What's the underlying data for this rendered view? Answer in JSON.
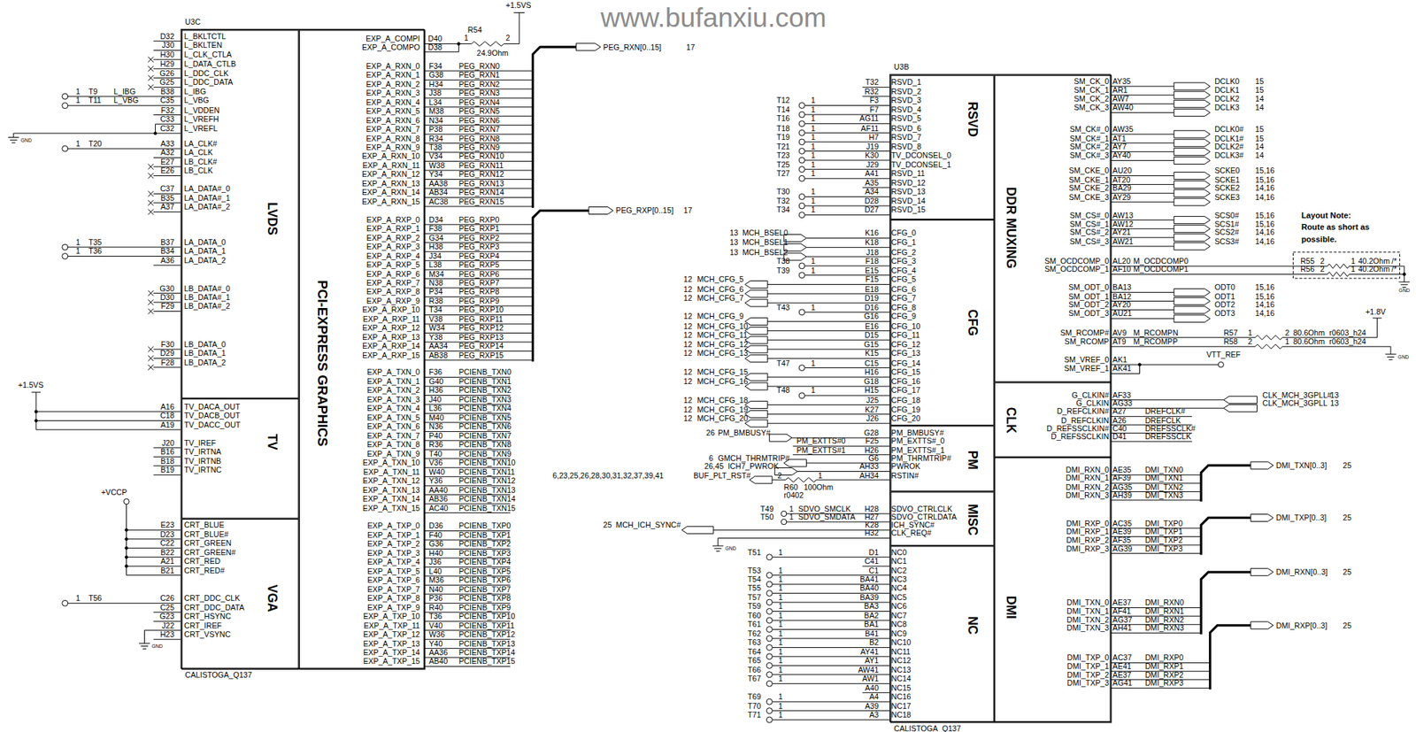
{
  "diagram": {
    "nodes": [
      {
        "text": [
          "U3C",
          "CALISTOGA_Q137"
        ]
      },
      {
        "text": [
          "LVDS"
        ],
        "in": 0
      },
      {
        "text": [
          "TV"
        ],
        "in": 0
      },
      {
        "text": [
          "VGA"
        ],
        "in": 0
      },
      {
        "text": [
          "PCI-EXPRESS GRAPHICS"
        ],
        "in": 0
      },
      {
        "text": [
          "U3B",
          "CALISTOGA_Q137"
        ]
      },
      {
        "text": [
          "RSVD"
        ],
        "in": 5
      },
      {
        "text": [
          "CFG"
        ],
        "in": 5
      },
      {
        "text": [
          "PM"
        ],
        "in": 5
      },
      {
        "text": [
          "MISC"
        ],
        "in": 5
      },
      {
        "text": [
          "NC"
        ],
        "in": 5
      },
      {
        "text": [
          "DDR MUXING"
        ],
        "in": 5
      },
      {
        "text": [
          "CLK"
        ],
        "in": 5
      },
      {
        "text": [
          "DMI"
        ],
        "in": 5
      }
    ],
    "labels": [
      "www.bufanxiu.com",
      "+1.5VS",
      "R54",
      "1",
      "2",
      "24.9Ohm",
      "EXP_A_COMPI",
      "EXP_A_COMPO",
      "D40",
      "D38",
      "EXP_A_RXN_0",
      "EXP_A_RXN_1",
      "EXP_A_RXN_2",
      "EXP_A_RXN_3",
      "EXP_A_RXN_4",
      "EXP_A_RXN_5",
      "EXP_A_RXN_6",
      "EXP_A_RXN_7",
      "EXP_A_RXN_8",
      "EXP_A_RXN_9",
      "EXP_A_RXN_10",
      "EXP_A_RXN_11",
      "EXP_A_RXN_12",
      "EXP_A_RXN_13",
      "EXP_A_RXN_14",
      "EXP_A_RXN_15",
      "F34",
      "G38",
      "H34",
      "J38",
      "L34",
      "M38",
      "N34",
      "P38",
      "R34",
      "T38",
      "V34",
      "W38",
      "Y34",
      "AA38",
      "AB34",
      "AC38",
      "PEG_RXN0",
      "PEG_RXN1",
      "PEG_RXN2",
      "PEG_RXN3",
      "PEG_RXN4",
      "PEG_RXN5",
      "PEG_RXN6",
      "PEG_RXN7",
      "PEG_RXN8",
      "PEG_RXN9",
      "PEG_RXN10",
      "PEG_RXN11",
      "PEG_RXN12",
      "PEG_RXN13",
      "PEG_RXN14",
      "PEG_RXN15",
      "PEG_RXN[0..15]",
      "17",
      "EXP_A_RXP_0",
      "EXP_A_RXP_1",
      "EXP_A_RXP_2",
      "EXP_A_RXP_3",
      "EXP_A_RXP_4",
      "EXP_A_RXP_5",
      "EXP_A_RXP_6",
      "EXP_A_RXP_7",
      "EXP_A_RXP_8",
      "EXP_A_RXP_9",
      "EXP_A_RXP_10",
      "EXP_A_RXP_11",
      "EXP_A_RXP_12",
      "EXP_A_RXP_13",
      "EXP_A_RXP_14",
      "EXP_A_RXP_15",
      "D34",
      "F38",
      "G34",
      "H38",
      "J34",
      "L38",
      "M34",
      "N38",
      "P34",
      "R38",
      "T34",
      "V38",
      "W34",
      "Y38",
      "AA34",
      "AB38",
      "PEG_RXP0",
      "PEG_RXP1",
      "PEG_RXP2",
      "PEG_RXP3",
      "PEG_RXP4",
      "PEG_RXP5",
      "PEG_RXP6",
      "PEG_RXP7",
      "PEG_RXP8",
      "PEG_RXP9",
      "PEG_RXP10",
      "PEG_RXP11",
      "PEG_RXP12",
      "PEG_RXP13",
      "PEG_RXP14",
      "PEG_RXP15",
      "PEG_RXP[0..15]",
      "17",
      "EXP_A_TXN_0",
      "EXP_A_TXN_1",
      "EXP_A_TXN_2",
      "EXP_A_TXN_3",
      "EXP_A_TXN_4",
      "EXP_A_TXN_5",
      "EXP_A_TXN_6",
      "EXP_A_TXN_7",
      "EXP_A_TXN_8",
      "EXP_A_TXN_9",
      "EXP_A_TXN_10",
      "EXP_A_TXN_11",
      "EXP_A_TXN_12",
      "EXP_A_TXN_13",
      "EXP_A_TXN_14",
      "EXP_A_TXN_15",
      "F36",
      "G40",
      "H36",
      "J40",
      "L36",
      "M40",
      "N36",
      "P40",
      "R36",
      "T40",
      "V36",
      "W40",
      "Y36",
      "AA40",
      "AB36",
      "AC40",
      "PCIENB_TXN0",
      "PCIENB_TXN1",
      "PCIENB_TXN2",
      "PCIENB_TXN3",
      "PCIENB_TXN4",
      "PCIENB_TXN5",
      "PCIENB_TXN6",
      "PCIENB_TXN7",
      "PCIENB_TXN8",
      "PCIENB_TXN9",
      "PCIENB_TXN10",
      "PCIENB_TXN11",
      "PCIENB_TXN12",
      "PCIENB_TXN13",
      "PCIENB_TXN14",
      "PCIENB_TXN15",
      "EXP_A_TXP_0",
      "EXP_A_TXP_1",
      "EXP_A_TXP_2",
      "EXP_A_TXP_3",
      "EXP_A_TXP_4",
      "EXP_A_TXP_5",
      "EXP_A_TXP_6",
      "EXP_A_TXP_7",
      "EXP_A_TXP_8",
      "EXP_A_TXP_9",
      "EXP_A_TXP_10",
      "EXP_A_TXP_11",
      "EXP_A_TXP_12",
      "EXP_A_TXP_13",
      "EXP_A_TXP_14",
      "EXP_A_TXP_15",
      "D36",
      "F40",
      "G36",
      "H40",
      "J36",
      "L40",
      "M36",
      "N40",
      "P36",
      "R40",
      "T36",
      "V40",
      "W36",
      "Y40",
      "AA36",
      "AB40",
      "PCIENB_TXP0",
      "PCIENB_TXP1",
      "PCIENB_TXP2",
      "PCIENB_TXP3",
      "PCIENB_TXP4",
      "PCIENB_TXP5",
      "PCIENB_TXP6",
      "PCIENB_TXP7",
      "PCIENB_TXP8",
      "PCIENB_TXP9",
      "PCIENB_TXP10",
      "PCIENB_TXP11",
      "PCIENB_TXP12",
      "PCIENB_TXP13",
      "PCIENB_TXP14",
      "PCIENB_TXP15",
      "L_BKLTCTL",
      "L_BKLTEN",
      "L_CLK_CTLA",
      "L_DATA_CTLB",
      "L_DDC_CLK",
      "L_DDC_DATA",
      "L_IBG",
      "L_VBG",
      "L_VDDEN",
      "L_VREFH",
      "L_VREFL",
      "D32",
      "J30",
      "H30",
      "H29",
      "G26",
      "G25",
      "B38",
      "C35",
      "F32",
      "C33",
      "C32",
      "LA_CLK#",
      "LA_CLK",
      "LB_CLK#",
      "LB_CLK",
      "A33",
      "A32",
      "E27",
      "E26",
      "LA_DATA#_0",
      "LA_DATA#_1",
      "LA_DATA#_2",
      "C37",
      "B35",
      "A37",
      "LA_DATA_0",
      "LA_DATA_1",
      "LA_DATA_2",
      "B37",
      "B34",
      "A36",
      "LB_DATA#_0",
      "LB_DATA#_1",
      "LB_DATA#_2",
      "G30",
      "D30",
      "F29",
      "LB_DATA_0",
      "LB_DATA_1",
      "LB_DATA_2",
      "F30",
      "D29",
      "F28",
      "TV_DACA_OUT",
      "TV_DACB_OUT",
      "TV_DACC_OUT",
      "A16",
      "C18",
      "A19",
      "TV_IREF",
      "TV_IRTNA",
      "TV_IRTNB",
      "TV_IRTNC",
      "J20",
      "B16",
      "B18",
      "B19",
      "CRT_BLUE",
      "CRT_BLUE#",
      "CRT_GREEN",
      "CRT_GREEN#",
      "CRT_RED",
      "CRT_RED#",
      "E23",
      "D23",
      "C22",
      "B22",
      "A21",
      "B21",
      "CRT_DDC_CLK",
      "CRT_DDC_DATA",
      "CRT_HSYNC",
      "CRT_IREF",
      "CRT_VSYNC",
      "C26",
      "C25",
      "G23",
      "J22",
      "H23",
      "1",
      "T9",
      "L_IBG",
      "1",
      "T11",
      "L_VBG",
      "1",
      "T20",
      "1",
      "T35",
      "1",
      "T36",
      "1",
      "T56",
      "+1.5VS",
      "+VCCP",
      "GND",
      "GND",
      "RSVD_1",
      "RSVD_2",
      "RSVD_3",
      "RSVD_4",
      "RSVD_5",
      "RSVD_6",
      "RSVD_7",
      "RSVD_8",
      "TV_DCONSEL_0",
      "TV_DCONSEL_1",
      "RSVD_11",
      "RSVD_12",
      "RSVD_13",
      "RSVD_14",
      "RSVD_15",
      "T32",
      "R32",
      "F3",
      "F7",
      "AG11",
      "AF11",
      "H7",
      "J19",
      "K30",
      "J29",
      "A41",
      "A35",
      "A34",
      "D28",
      "D27",
      "T12",
      "1",
      "T14",
      "1",
      "T16",
      "1",
      "T18",
      "1",
      "T19",
      "1",
      "T21",
      "1",
      "T23",
      "1",
      "T25",
      "1",
      "T27",
      "1",
      "T30",
      "1",
      "T32",
      "1",
      "T34",
      "1",
      "CFG_0",
      "CFG_1",
      "CFG_2",
      "CFG_3",
      "CFG_4",
      "CFG_5",
      "CFG_6",
      "CFG_7",
      "CFG_8",
      "CFG_9",
      "CFG_10",
      "CFG_11",
      "CFG_12",
      "CFG_13",
      "CFG_14",
      "CFG_15",
      "CFG_16",
      "CFG_17",
      "CFG_18",
      "CFG_19",
      "CFG_20",
      "K16",
      "K18",
      "J18",
      "F18",
      "E15",
      "F15",
      "E18",
      "D19",
      "D16",
      "G16",
      "E16",
      "D15",
      "G15",
      "K15",
      "C15",
      "H16",
      "G18",
      "H15",
      "J25",
      "K27",
      "J26",
      "13",
      "MCH_BSEL0",
      "13",
      "MCH_BSEL1",
      "13",
      "MCH_BSEL2",
      "12",
      "MCH_CFG_5",
      "12",
      "MCH_CFG_6",
      "12",
      "MCH_CFG_7",
      "12",
      "MCH_CFG_9",
      "12",
      "MCH_CFG_10",
      "12",
      "MCH_CFG_11",
      "12",
      "MCH_CFG_12",
      "12",
      "MCH_CFG_13",
      "12",
      "MCH_CFG_15",
      "12",
      "MCH_CFG_16",
      "12",
      "MCH_CFG_18",
      "12",
      "MCH_CFG_19",
      "12",
      "MCH_CFG_20",
      "T38",
      "1",
      "T39",
      "1",
      "T43",
      "1",
      "T47",
      "1",
      "T48",
      "1",
      "PM_BMBUSY#",
      "PM_EXTTS#_0",
      "PM_EXTTS#_1",
      "PM_THRMTRIP#",
      "PWROK",
      "RSTIN#",
      "G28",
      "F25",
      "H26",
      "G6",
      "AH33",
      "AH34",
      "26",
      "PM_BMBUSY#",
      "PM_EXTTS#0",
      "PM_EXTTS#1",
      "6",
      "GMCH_THRMTRIP#",
      "26,45",
      "ICH7_PWROK",
      "6,23,25,26,28,30,31,32,37,39,41",
      "BUF_PLT_RST#",
      "2",
      "R60",
      "1",
      "100Ohm",
      "r0402",
      "SDVO_CTRLCLK",
      "SDVO_CTRLDATA",
      "ICH_SYNC#",
      "CLK_REQ#",
      "H28",
      "H27",
      "K28",
      "H32",
      "T49",
      "1",
      "SDVO_SMCLK",
      "T50",
      "1",
      "SDVO_SMDATA",
      "25",
      "MCH_ICH_SYNC#",
      "NC0",
      "NC1",
      "NC2",
      "NC3",
      "NC4",
      "NC5",
      "NC6",
      "NC7",
      "NC8",
      "NC9",
      "NC10",
      "NC11",
      "NC12",
      "NC13",
      "NC14",
      "NC15",
      "NC16",
      "NC17",
      "NC18",
      "D1",
      "C41",
      "C1",
      "BA41",
      "BA40",
      "BA39",
      "BA3",
      "BA2",
      "BA1",
      "B41",
      "B2",
      "AY41",
      "AY1",
      "AW41",
      "AW1",
      "A40",
      "A4",
      "A39",
      "A3",
      "T51",
      "1",
      "T53",
      "1",
      "T54",
      "1",
      "T55",
      "1",
      "T57",
      "1",
      "T59",
      "1",
      "T60",
      "1",
      "T61",
      "1",
      "T62",
      "1",
      "T63",
      "1",
      "T64",
      "1",
      "T65",
      "1",
      "T66",
      "1",
      "T67",
      "1",
      "T69",
      "1",
      "T70",
      "1",
      "T71",
      "1",
      "SM_CK_0",
      "SM_CK_1",
      "SM_CK_2",
      "SM_CK_3",
      "AY35",
      "AR1",
      "AW7",
      "AW40",
      "DCLK0",
      "DCLK1",
      "DCLK2",
      "DCLK3",
      "15",
      "15",
      "14",
      "14",
      "SM_CK#_0",
      "SM_CK#_1",
      "SM_CK#_2",
      "SM_CK#_3",
      "AW35",
      "AT1",
      "AY7",
      "AY40",
      "DCLK0#",
      "DCLK1#",
      "DCLK2#",
      "DCLK3#",
      "15",
      "15",
      "14",
      "14",
      "SM_CKE_0",
      "SM_CKE_1",
      "SM_CKE_2",
      "SM_CKE_3",
      "AU20",
      "AT20",
      "BA29",
      "AY29",
      "SCKE0",
      "SCKE1",
      "SCKE2",
      "SCKE3",
      "15,16",
      "15,16",
      "14,16",
      "14,16",
      "SM_CS#_0",
      "SM_CS#_1",
      "SM_CS#_2",
      "SM_CS#_3",
      "AW13",
      "AW12",
      "AY21",
      "AW21",
      "SCS0#",
      "SCS1#",
      "SCS2#",
      "SCS3#",
      "15,16",
      "15,16",
      "14,16",
      "14,16",
      "SM_OCDCOMP_0",
      "SM_OCDCOMP_1",
      "AL20",
      "AF10",
      "M_OCDCOMP0",
      "M_OCDCOMP1",
      "R55",
      "2",
      "1",
      "40.2Ohm",
      "/*",
      "R56",
      "2",
      "1",
      "40.2Ohm",
      "/*",
      "Layout Note:",
      "Route as short as possible.",
      "SM_ODT_0",
      "SM_ODT_1",
      "SM_ODT_2",
      "SM_ODT_3",
      "BA13",
      "BA12",
      "AY20",
      "AU21",
      "ODT0",
      "ODT1",
      "ODT2",
      "ODT3",
      "15,16",
      "15,16",
      "14,16",
      "14,16",
      "+1.8V",
      "SM_RCOMP#",
      "SM_RCOMP",
      "AV9",
      "AT9",
      "M_RCOMPN",
      "M_RCOMPP",
      "R57",
      "1",
      "2",
      "80.6Ohm",
      "r0603_h24",
      "R58",
      "2",
      "1",
      "80.6Ohm",
      "r0603_h24",
      "SM_VREF_0",
      "SM_VREF_1",
      "AK1",
      "AK41",
      "VTT_REF",
      "G_CLKIN#",
      "G_CLKIN",
      "D_REFCLKIN#",
      "D_REFCLKIN",
      "D_REFSSCLKIN#",
      "D_REFSSCLKIN",
      "AF33",
      "AG33",
      "A27",
      "A26",
      "C40",
      "D41",
      "CLK_MCH_3GPLL#",
      "13",
      "CLK_MCH_3GPLL",
      "13",
      "DREFCLK#",
      "DREFCLK",
      "DREFSSCLK#",
      "DREFSSCLK",
      "DMI_RXN_0",
      "DMI_RXN_1",
      "DMI_RXN_2",
      "DMI_RXN_3",
      "AE35",
      "AF39",
      "AG35",
      "AH39",
      "DMI_TXN0",
      "DMI_TXN1",
      "DMI_TXN2",
      "DMI_TXN3",
      "DMI_TXN[0..3]",
      "25",
      "DMI_RXP_0",
      "DMI_RXP_1",
      "DMI_RXP_2",
      "DMI_RXP_3",
      "AC35",
      "AE39",
      "AF35",
      "AG39",
      "DMI_TXP0",
      "DMI_TXP1",
      "DMI_TXP2",
      "DMI_TXP3",
      "DMI_TXP[0..3]",
      "25",
      "DMI_TXN_0",
      "DMI_TXN_1",
      "DMI_TXN_2",
      "DMI_TXN_3",
      "AE37",
      "AF41",
      "AG37",
      "AH41",
      "DMI_RXN0",
      "DMI_RXN1",
      "DMI_RXN2",
      "DMI_RXN3",
      "DMI_RXN[0..3]",
      "25",
      "DMI_TXP_0",
      "DMI_TXP_1",
      "DMI_TXP_2",
      "DMI_TXP_3",
      "AC37",
      "AE41",
      "AE37",
      "AG41",
      "DMI_RXP0",
      "DMI_RXP1",
      "DMI_RXP2",
      "DMI_RXP3",
      "DMI_RXP[0..3]",
      "25",
      "GND",
      "GND",
      "GND"
    ]
  }
}
